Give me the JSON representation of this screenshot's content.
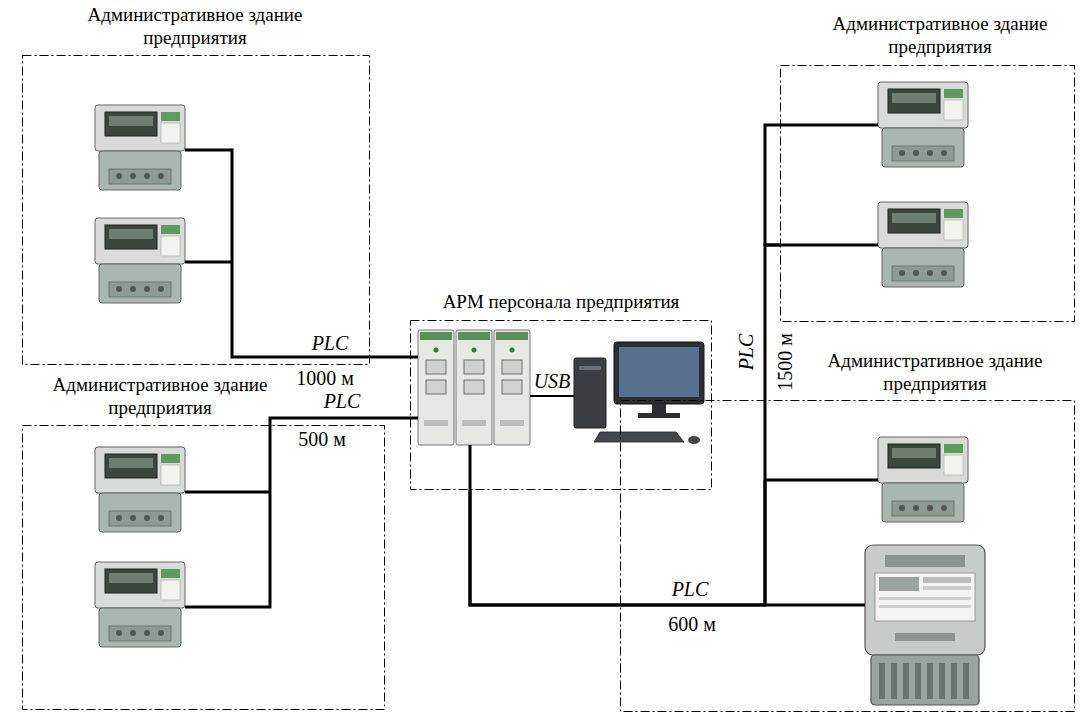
{
  "diagram": {
    "nodes": [
      {
        "text": [
          "Административное здание предприятия"
        ]
      },
      {
        "text": [
          "АРМ персонала предприятия"
        ]
      },
      {
        "text": [
          "Административное здание предприятия"
        ]
      },
      {
        "text": [
          "Административное здание предприятия"
        ]
      },
      {
        "text": [
          "Административное здание предприятия"
        ]
      }
    ],
    "edges": [
      {
        "from": 1,
        "to": 0,
        "arrow": "none",
        "label": "PLC"
      },
      {
        "from": 1,
        "to": 3,
        "arrow": "none",
        "label": "PLC"
      },
      {
        "from": 1,
        "to": 4,
        "arrow": "none",
        "label": "PLC"
      },
      {
        "from": 1,
        "to": 2,
        "arrow": "none",
        "label": "PLC"
      }
    ],
    "labels": [
      "1000 м",
      "500 м",
      "USB",
      "600 м",
      "1500 м"
    ]
  }
}
